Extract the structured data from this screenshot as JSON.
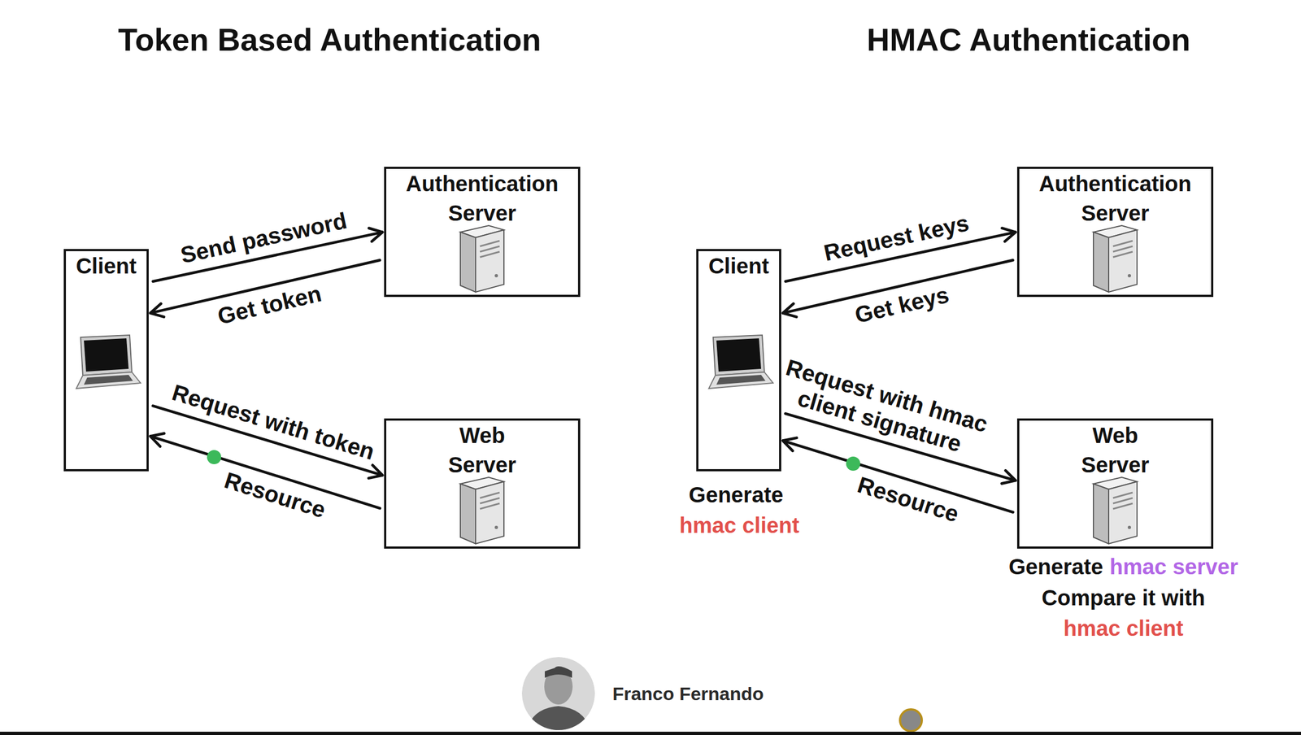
{
  "diagram": {
    "title": "Token Based Authentication",
    "nodes": [
      {
        "text": [
          "Client"
        ]
      },
      {
        "text": [
          "Authentication Server"
        ]
      },
      {
        "text": [
          "Web Server"
        ]
      },
      {
        "text": [
          "Client"
        ]
      },
      {
        "text": [
          "Authentication Server"
        ]
      },
      {
        "text": [
          "Web Server"
        ]
      }
    ],
    "edges": [
      {
        "from": 0,
        "to": 1,
        "arrow": "to",
        "label": "Send password"
      },
      {
        "from": 1,
        "to": 0,
        "arrow": "to",
        "label": "Get token"
      },
      {
        "from": 0,
        "to": 2,
        "arrow": "to",
        "label": "Request with token"
      },
      {
        "from": 2,
        "to": 0,
        "arrow": "to",
        "label": "Resource"
      },
      {
        "from": 3,
        "to": 4,
        "arrow": "to",
        "label": "Request keys"
      },
      {
        "from": 4,
        "to": 3,
        "arrow": "to",
        "label": "Get keys"
      },
      {
        "from": 3,
        "to": 5,
        "arrow": "to",
        "label": "Request with hmac client signature"
      },
      {
        "from": 5,
        "to": 3,
        "arrow": "to",
        "label": "Resource"
      }
    ],
    "labels": [
      "HMAC Authentication",
      "Generate",
      "hmac client",
      "Generate",
      "hmac server",
      "Compare it with",
      "hmac client",
      "Franco Fernando"
    ]
  }
}
